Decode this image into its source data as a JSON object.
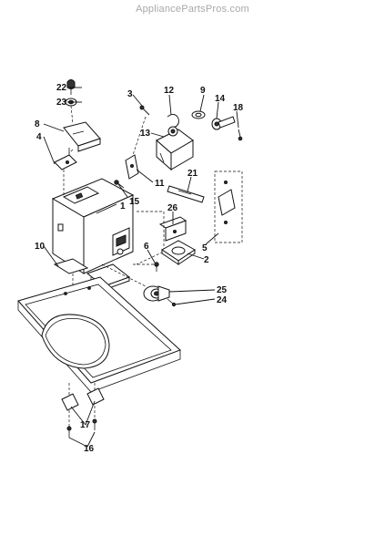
{
  "watermark": "AppliancePartsPros.com",
  "callouts": {
    "c1": "1",
    "c2": "2",
    "c3": "3",
    "c4": "4",
    "c5": "5",
    "c6": "6",
    "c8": "8",
    "c9": "9",
    "c10": "10",
    "c11": "11",
    "c12": "12",
    "c13": "13",
    "c14": "14",
    "c15": "15",
    "c16": "16",
    "c17": "17",
    "c18": "18",
    "c21": "21",
    "c22": "22",
    "c23": "23",
    "c24": "24",
    "c25": "25",
    "c26": "26"
  }
}
